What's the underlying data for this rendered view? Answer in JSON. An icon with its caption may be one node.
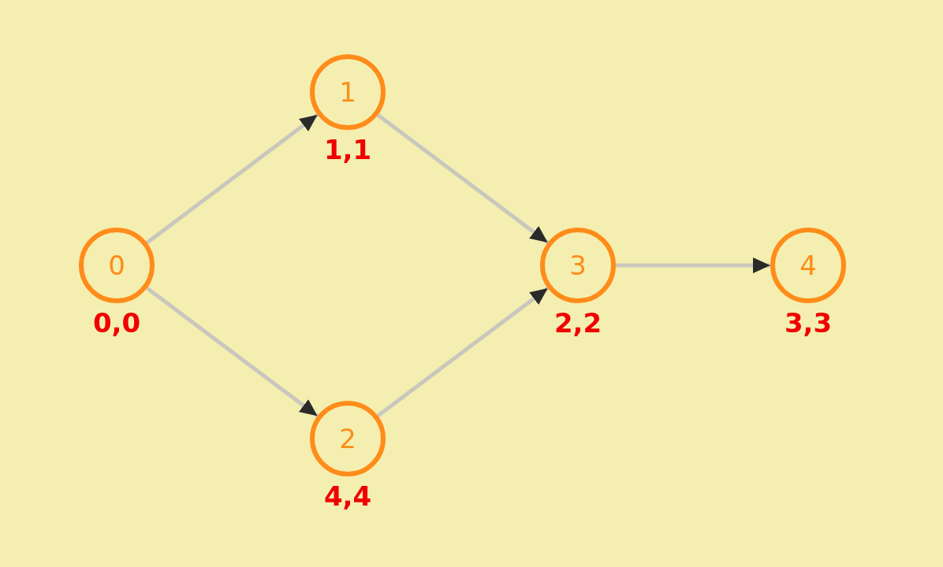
{
  "diagram": {
    "nodes": [
      {
        "text": [
          "0"
        ],
        "beside": [
          "0,0"
        ]
      },
      {
        "text": [
          "1"
        ],
        "beside": [
          "1,1"
        ]
      },
      {
        "text": [
          "2"
        ],
        "beside": [
          "4,4"
        ]
      },
      {
        "text": [
          "3"
        ],
        "beside": [
          "2,2"
        ]
      },
      {
        "text": [
          "4"
        ],
        "beside": [
          "3,3"
        ]
      }
    ],
    "edges": [
      {
        "from": 0,
        "to": 1,
        "arrow": "to"
      },
      {
        "from": 0,
        "to": 2,
        "arrow": "to"
      },
      {
        "from": 1,
        "to": 3,
        "arrow": "to"
      },
      {
        "from": 2,
        "to": 3,
        "arrow": "to"
      },
      {
        "from": 3,
        "to": 4,
        "arrow": "to"
      }
    ]
  }
}
